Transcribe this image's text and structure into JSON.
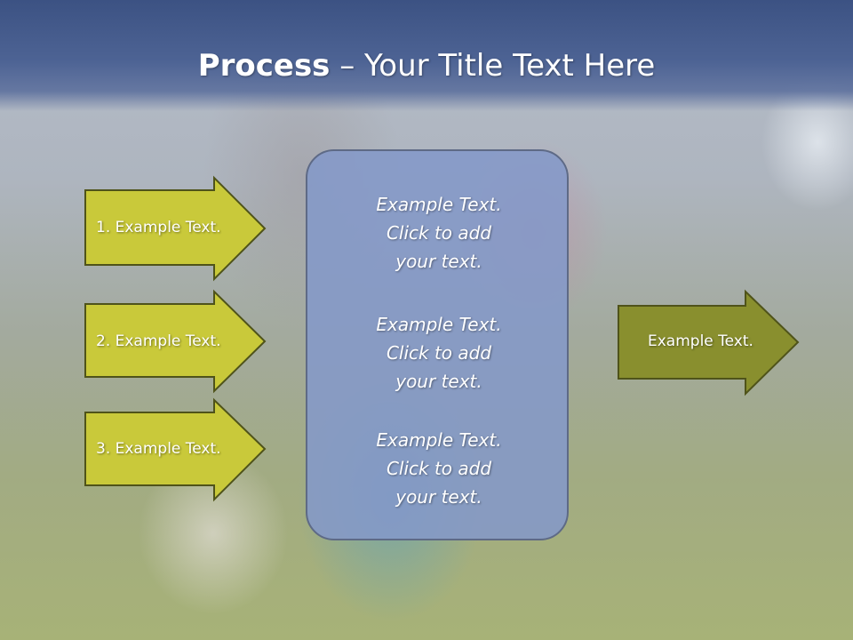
{
  "slide": {
    "title_bold": "Process",
    "title_rest": " – Your Title Text Here"
  },
  "left_arrows": [
    {
      "label": "1. Example Text."
    },
    {
      "label": "2. Example Text."
    },
    {
      "label": "3. Example Text."
    }
  ],
  "center_panel": {
    "blocks": [
      {
        "lines": [
          "Example Text.",
          "Click  to add",
          "your text."
        ]
      },
      {
        "lines": [
          "Example Text.",
          "Click  to add",
          "your text."
        ]
      },
      {
        "lines": [
          "Example Text.",
          "Click  to add",
          "your text."
        ]
      }
    ]
  },
  "right_arrow": {
    "label": "Example Text."
  },
  "colors": {
    "left_arrow_fill": "#c9c93a",
    "arrow_border": "#4f531a",
    "right_arrow_fill": "#898f2e",
    "panel_fill": "#8498c8",
    "title_band": "#3c5283"
  }
}
